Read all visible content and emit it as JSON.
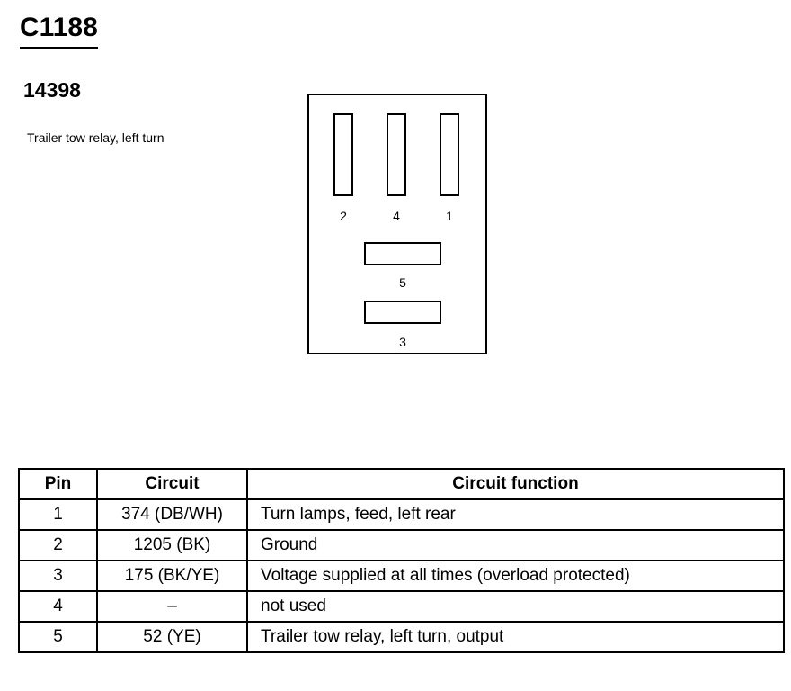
{
  "connector": {
    "id": "C1188",
    "part_number": "14398",
    "description": "Trailer tow relay, left turn"
  },
  "face": {
    "pin_labels": {
      "p2": "2",
      "p4": "4",
      "p1": "1",
      "p5": "5",
      "p3": "3"
    }
  },
  "table": {
    "headers": {
      "pin": "Pin",
      "circuit": "Circuit",
      "function": "Circuit function"
    },
    "rows": [
      {
        "pin": "1",
        "circuit": "374 (DB/WH)",
        "function": "Turn lamps, feed, left rear"
      },
      {
        "pin": "2",
        "circuit": "1205 (BK)",
        "function": "Ground"
      },
      {
        "pin": "3",
        "circuit": "175 (BK/YE)",
        "function": "Voltage supplied at all times (overload protected)"
      },
      {
        "pin": "4",
        "circuit": "–",
        "function": "not used"
      },
      {
        "pin": "5",
        "circuit": "52 (YE)",
        "function": "Trailer tow relay, left turn, output"
      }
    ]
  }
}
